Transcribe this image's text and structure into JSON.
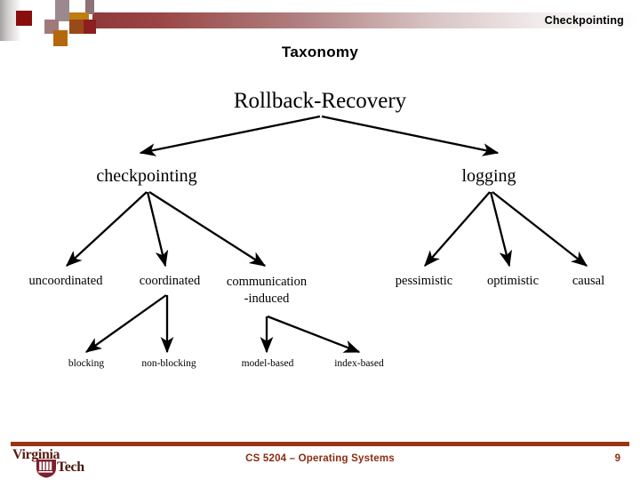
{
  "header": {
    "section_title": "Checkpointing",
    "decor_gradient_start": "#8f3a3a",
    "decor_gradient_end": "#ffffff",
    "squares": [
      {
        "name": "square-dark-red",
        "color": "#8a0d0d"
      },
      {
        "name": "square-mauve",
        "color": "#a07a7a"
      },
      {
        "name": "square-orange",
        "color": "#b4680c"
      },
      {
        "name": "square-grey-plum",
        "color": "#9a8a90"
      },
      {
        "name": "square-gold",
        "color": "#c07b14"
      },
      {
        "name": "square-rust",
        "color": "#9a4a18"
      },
      {
        "name": "square-crimson",
        "color": "#8c1f1f"
      },
      {
        "name": "square-dusty",
        "color": "#8c7378"
      }
    ]
  },
  "slide": {
    "title": "Taxonomy"
  },
  "tree": {
    "root": "Rollback-Recovery",
    "level2": {
      "checkpointing": "checkpointing",
      "logging": "logging"
    },
    "level3": {
      "uncoordinated": "uncoordinated",
      "coordinated": "coordinated",
      "communication_induced_line1": "communication",
      "communication_induced_line2": "-induced",
      "pessimistic": "pessimistic",
      "optimistic": "optimistic",
      "causal": "causal"
    },
    "level4": {
      "blocking": "blocking",
      "non_blocking": "non-blocking",
      "model_based": "model-based",
      "index_based": "index-based"
    },
    "edge_color": "#000000"
  },
  "footer": {
    "course": "CS 5204 – Operating Systems",
    "page_number": "9",
    "rule_color": "#9c3314",
    "text_color": "#8c2b10",
    "logo": {
      "word1": "Virginia",
      "word2": "Tech",
      "shield_color": "#7d1f2e"
    }
  }
}
